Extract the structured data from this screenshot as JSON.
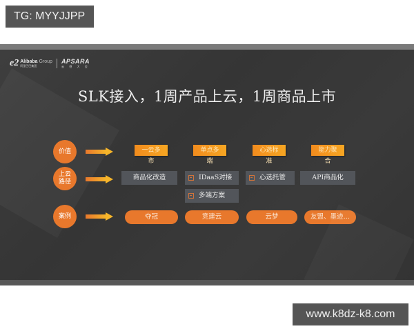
{
  "overlay": {
    "tg_label": "TG: MYYJJPP",
    "watermark": "www.k8dz-k8.com"
  },
  "slide": {
    "logo": {
      "alibaba_mark": "e2",
      "alibaba_name": "Alibaba",
      "alibaba_group": "Group",
      "alibaba_cn": "阿里巴巴集团",
      "apsara": "APSARA",
      "apsara_cn": "云 栖 大 会"
    },
    "title": "SLK接入，1周产品上云，1周商品上市",
    "rows": [
      {
        "label": "价值",
        "icon": "arrow-right-icon"
      },
      {
        "label": "上云\n路径",
        "icon": "arrow-right-icon"
      },
      {
        "label": "案例",
        "icon": "arrow-right-icon"
      }
    ],
    "values": [
      "一云多市",
      "单点多端",
      "心选标准",
      "能力聚合"
    ],
    "paths": [
      {
        "label": "商品化改造",
        "icon": null
      },
      {
        "label": "IDaaS对接",
        "icon": "document-icon"
      },
      {
        "label": "多端方案",
        "icon": "document-icon"
      },
      {
        "label": "心选托管",
        "icon": "document-icon"
      },
      {
        "label": "API商品化",
        "icon": null
      }
    ],
    "cases": [
      "夺冠",
      "竞建云",
      "云梦",
      "友盟、墨迹…"
    ],
    "colors": {
      "accent_orange": "#e8782c",
      "value_gradient_start": "#f28c1e",
      "value_gradient_end": "#f6a623",
      "path_box": "#52555a",
      "background": "#3a3a3a"
    }
  }
}
